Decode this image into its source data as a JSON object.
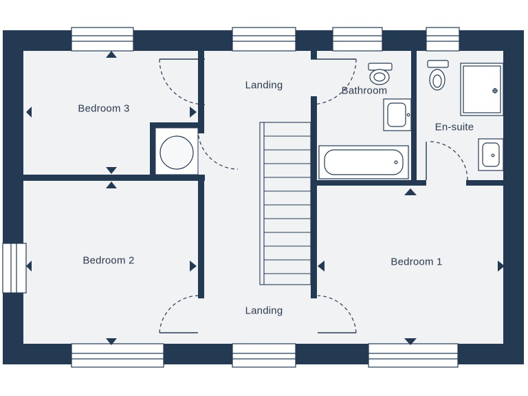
{
  "floorplan": {
    "colors": {
      "wall": "#233a52",
      "floor": "#f1f2f4",
      "fixture": "#ffffff",
      "line": "#8f99a6",
      "text": "#2b3a4e"
    },
    "rooms": {
      "bedroom3": "Bedroom 3",
      "landing_upper": "Landing",
      "bathroom": "Bathroom",
      "ensuite": "En-suite",
      "bedroom2": "Bedroom 2",
      "bedroom1": "Bedroom 1",
      "landing_lower": "Landing"
    },
    "fixtures": [
      "toilet-icon",
      "basin-icon",
      "bath-icon",
      "shower-tray-icon",
      "staircase",
      "cylinder-cupboard"
    ]
  }
}
